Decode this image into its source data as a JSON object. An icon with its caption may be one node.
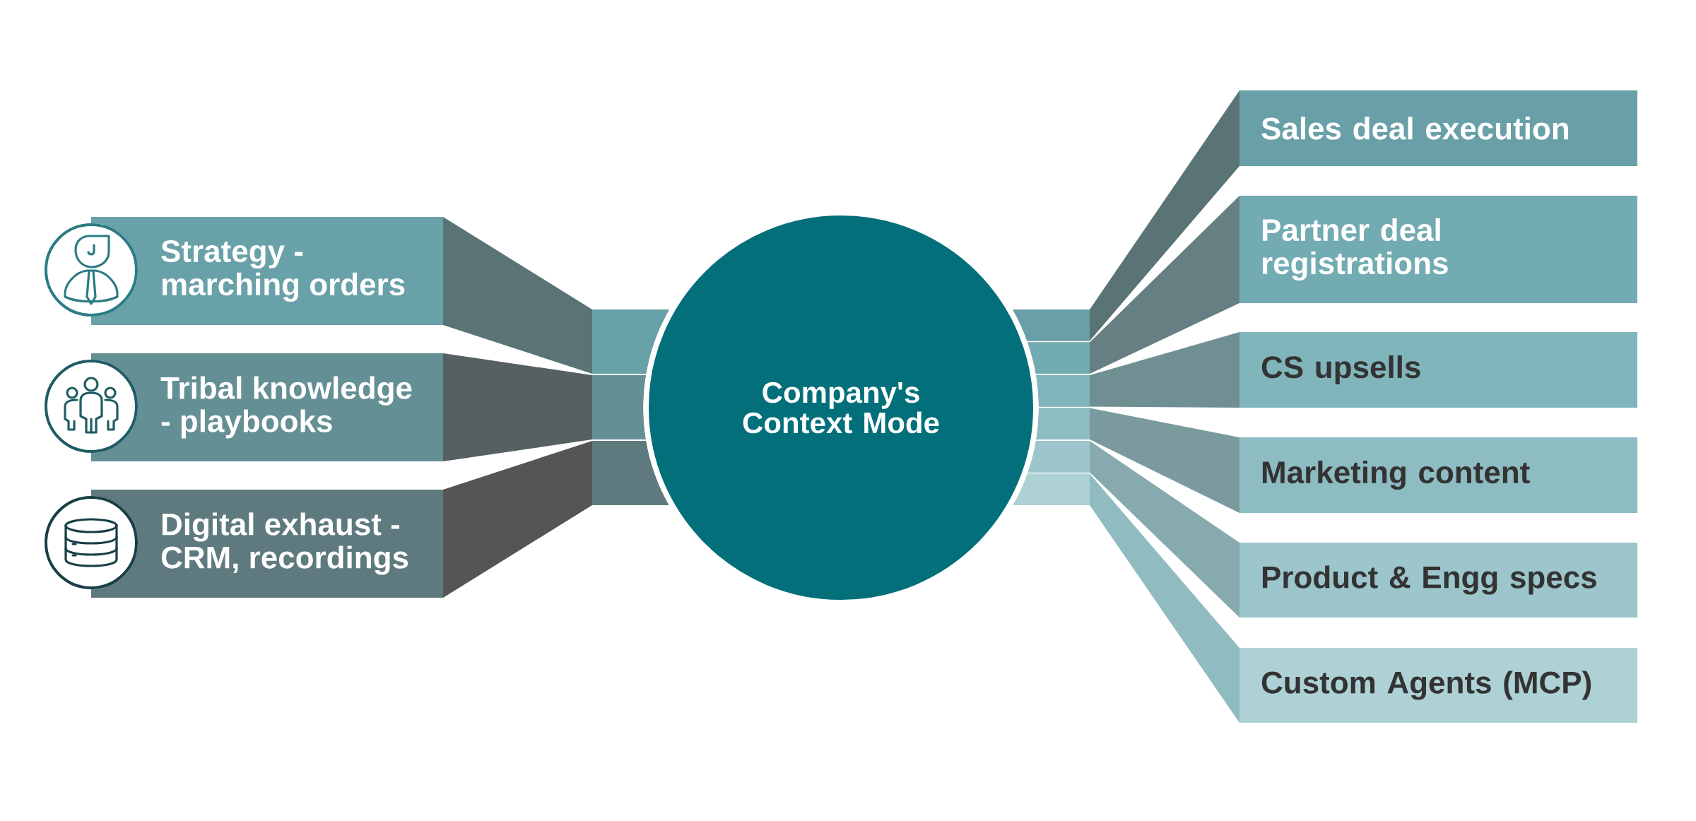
{
  "diagram": {
    "nodes": [
      {
        "text": [
          "Strategy - marching orders"
        ]
      },
      {
        "text": [
          "Tribal knowledge - playbooks"
        ]
      },
      {
        "text": [
          "Digital exhaust - CRM, recordings"
        ]
      },
      {
        "text": [
          "Company's Context Mode"
        ]
      },
      {
        "text": [
          "Sales deal execution"
        ]
      },
      {
        "text": [
          "Partner deal registrations"
        ]
      },
      {
        "text": [
          "CS upsells"
        ]
      },
      {
        "text": [
          "Marketing content"
        ]
      },
      {
        "text": [
          "Product & Engg specs"
        ]
      },
      {
        "text": [
          "Custom Agents (MCP)"
        ]
      }
    ],
    "edges": [
      {
        "from": 0,
        "to": 3,
        "arrow": "none",
        "color": "#5a7476"
      },
      {
        "from": 1,
        "to": 3,
        "arrow": "none",
        "color": "#566062"
      },
      {
        "from": 2,
        "to": 3,
        "arrow": "none",
        "color": "#555555"
      },
      {
        "from": 3,
        "to": 4,
        "arrow": "none",
        "color": "#5a7476"
      },
      {
        "from": 3,
        "to": 5,
        "arrow": "none",
        "color": "#667f83"
      },
      {
        "from": 3,
        "to": 6,
        "arrow": "none",
        "color": "#6f8f93"
      },
      {
        "from": 3,
        "to": 7,
        "arrow": "none",
        "color": "#7b9a9d"
      },
      {
        "from": 3,
        "to": 8,
        "arrow": "none",
        "color": "#86aaad"
      },
      {
        "from": 3,
        "to": 9,
        "arrow": "none",
        "color": "#90bbc1"
      }
    ]
  }
}
